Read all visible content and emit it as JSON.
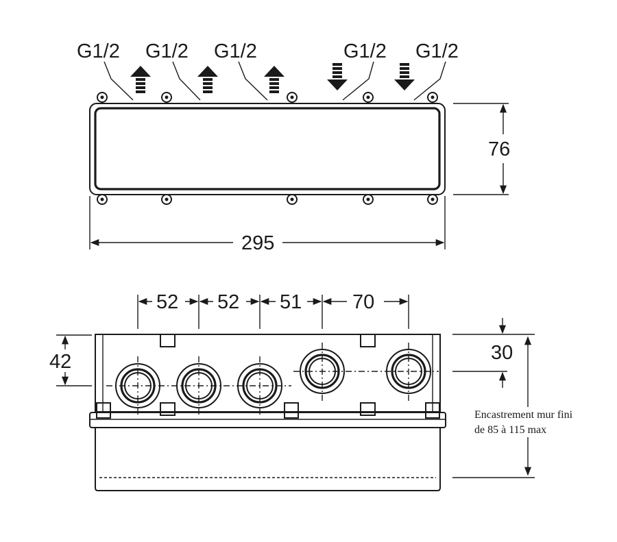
{
  "top_view": {
    "ports": [
      {
        "label": "G1/2",
        "flow": "out"
      },
      {
        "label": "G1/2",
        "flow": "out"
      },
      {
        "label": "G1/2",
        "flow": "out"
      },
      {
        "label": "G1/2",
        "flow": "in"
      },
      {
        "label": "G1/2",
        "flow": "in"
      }
    ],
    "width_dim": "295",
    "height_dim": "76"
  },
  "front_view": {
    "spacings": [
      "52",
      "52",
      "51",
      "70"
    ],
    "outlet_height_dim": "42",
    "depth_dim": "30",
    "note_line1": "Encastrement mur fini",
    "note_line2": "de 85 à 115 max"
  }
}
